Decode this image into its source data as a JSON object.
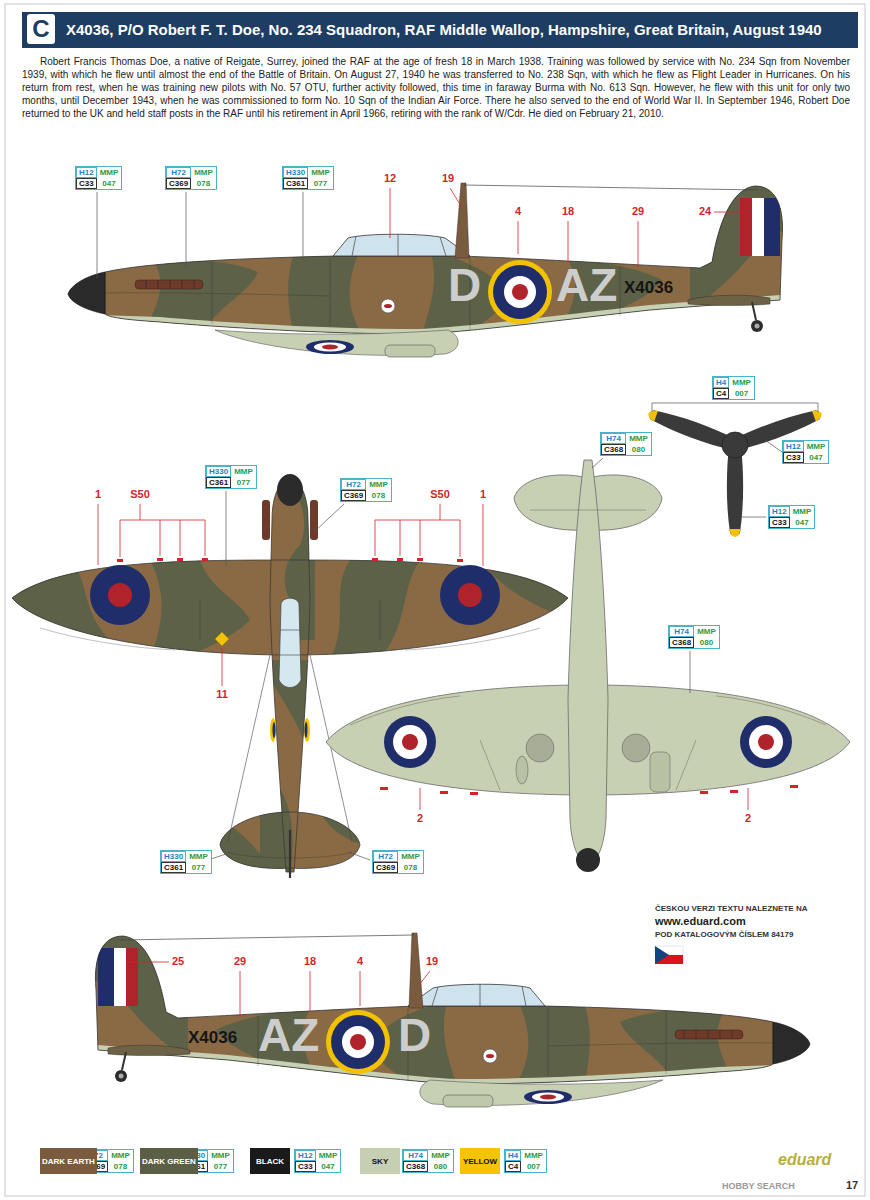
{
  "diagram": {
    "title": "X4036, P/O Robert F. T. Doe, No. 234 Squadron, RAF Middle Wallop, Hampshire, Great Britain, August 1940",
    "nodes": [
      {
        "text": [
          "C"
        ]
      },
      {
        "text": [
          "H12",
          "MMP",
          "C33",
          "047"
        ]
      },
      {
        "text": [
          "H72",
          "MMP",
          "C369",
          "078"
        ]
      },
      {
        "text": [
          "H330",
          "MMP",
          "C361",
          "077"
        ]
      },
      {
        "text": [
          "H4",
          "MMP",
          "C4",
          "007"
        ]
      },
      {
        "text": [
          "H74",
          "MMP",
          "C368",
          "080"
        ]
      },
      {
        "text": [
          "H330",
          "MMP",
          "C361",
          "077"
        ]
      },
      {
        "text": [
          "H72",
          "MMP",
          "C369",
          "078"
        ]
      },
      {
        "text": [
          "H12",
          "MMP",
          "C33",
          "047"
        ]
      },
      {
        "text": [
          "H12",
          "MMP",
          "C33",
          "047"
        ]
      },
      {
        "text": [
          "H74",
          "MMP",
          "C368",
          "080"
        ]
      },
      {
        "text": [
          "H330",
          "MMP",
          "C361",
          "077"
        ]
      },
      {
        "text": [
          "H72",
          "MMP",
          "C369",
          "078"
        ]
      },
      {
        "text": [
          "H72",
          "MMP",
          "C369",
          "078"
        ]
      },
      {
        "text": [
          "H330",
          "MMP",
          "C361",
          "077"
        ]
      },
      {
        "text": [
          "H12",
          "MMP",
          "C33",
          "047"
        ]
      },
      {
        "text": [
          "H74",
          "MMP",
          "C368",
          "080"
        ]
      },
      {
        "text": [
          "H4",
          "MMP",
          "C4",
          "007"
        ]
      }
    ],
    "labels": [
      "Robert Francis Thomas Doe, a native of Reigate, Surrey, joined the RAF at the age of fresh 18 in March 1938. Training was followed by service with No. 234 Sqn from November 1939, with which he flew until almost the end of the Battle of Britain. On August 27, 1940 he was transferred to No. 238 Sqn, with which he flew as Flight Leader in Hurricanes. On his return from rest, when he was training new pilots with No. 57 OTU, further activity followed, this time in faraway Burma with No. 613 Sqn. However, he flew with this unit for only two months, until December 1943, when he was commissioned to form No. 10 Sqn of the Indian Air Force. There he also served to the end of World War II. In September 1946, Robert Doe returned to the UK and held staff posts in the RAF until his retirement in April 1966, retiring with the rank of W/Cdr. He died on February 21, 2010.",
      "12",
      "19",
      "4",
      "18",
      "29",
      "24",
      "D",
      "AZ",
      "X4036",
      "1",
      "S50",
      "S50",
      "1",
      "11",
      "2",
      "2",
      "ČESKOU VERZI TEXTU NALEZNETE NA",
      "www.eduard.com",
      "POD KATALOGOVÝM ČÍSLEM 84179",
      "25",
      "29",
      "18",
      "4",
      "19",
      "X4036",
      "AZ",
      "D",
      "eduard",
      "HOBBY SEARCH",
      "17"
    ],
    "legend": [
      {
        "text": "DARK EARTH",
        "color": "#7b5b3e"
      },
      {
        "text": "DARK GREEN",
        "color": "#5b5f45"
      },
      {
        "text": "BLACK",
        "color": "#1a1a1a"
      },
      {
        "text": "SKY",
        "color": "#c7cfb2"
      },
      {
        "text": "YELLOW",
        "color": "#f5c400"
      }
    ]
  }
}
